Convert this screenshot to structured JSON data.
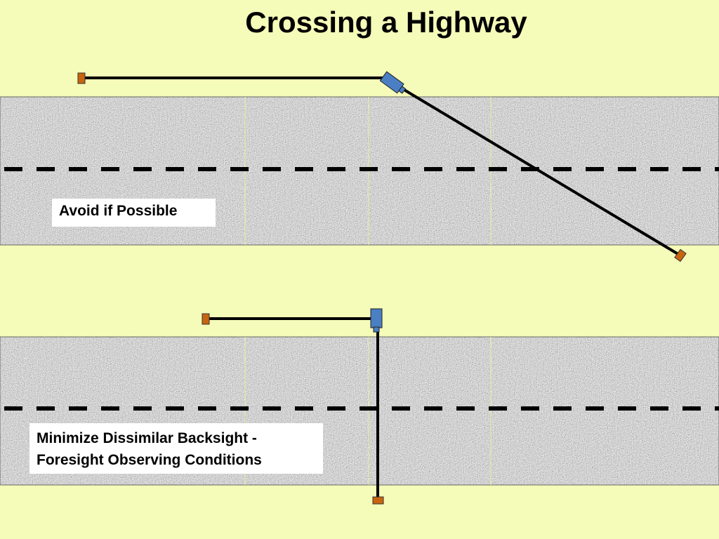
{
  "title": "Crossing a Highway",
  "labels": {
    "avoid": "Avoid if Possible",
    "minimize_line1": "Minimize Dissimilar Backsight -",
    "minimize_line2": "Foresight Observing Conditions"
  },
  "colors": {
    "background": "#f5fbb8",
    "road": "#a9a9a9",
    "instrument": "#4a7fc4",
    "rod": "#c8650f",
    "line": "#000000"
  }
}
